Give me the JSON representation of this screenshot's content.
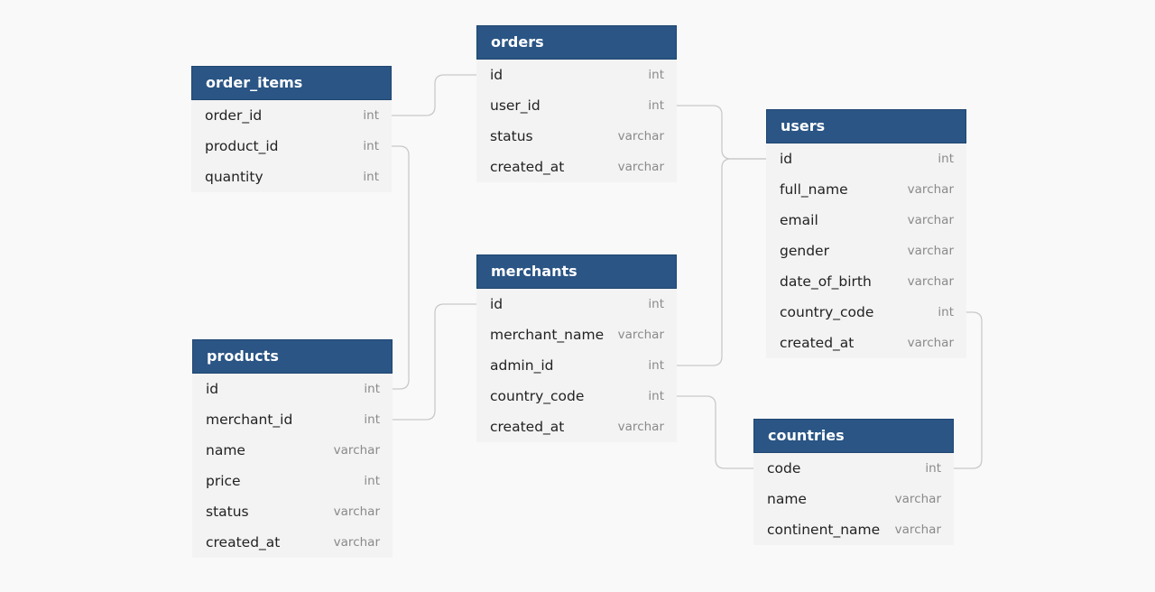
{
  "diagram": {
    "tables": [
      {
        "key": "orders",
        "name": "orders",
        "fields": [
          {
            "name": "id",
            "type": "int"
          },
          {
            "name": "user_id",
            "type": "int"
          },
          {
            "name": "status",
            "type": "varchar"
          },
          {
            "name": "created_at",
            "type": "varchar"
          }
        ]
      },
      {
        "key": "order_items",
        "name": "order_items",
        "fields": [
          {
            "name": "order_id",
            "type": "int"
          },
          {
            "name": "product_id",
            "type": "int"
          },
          {
            "name": "quantity",
            "type": "int"
          }
        ]
      },
      {
        "key": "users",
        "name": "users",
        "fields": [
          {
            "name": "id",
            "type": "int"
          },
          {
            "name": "full_name",
            "type": "varchar"
          },
          {
            "name": "email",
            "type": "varchar"
          },
          {
            "name": "gender",
            "type": "varchar"
          },
          {
            "name": "date_of_birth",
            "type": "varchar"
          },
          {
            "name": "country_code",
            "type": "int"
          },
          {
            "name": "created_at",
            "type": "varchar"
          }
        ]
      },
      {
        "key": "merchants",
        "name": "merchants",
        "fields": [
          {
            "name": "id",
            "type": "int"
          },
          {
            "name": "merchant_name",
            "type": "varchar"
          },
          {
            "name": "admin_id",
            "type": "int"
          },
          {
            "name": "country_code",
            "type": "int"
          },
          {
            "name": "created_at",
            "type": "varchar"
          }
        ]
      },
      {
        "key": "products",
        "name": "products",
        "fields": [
          {
            "name": "id",
            "type": "int"
          },
          {
            "name": "merchant_id",
            "type": "int"
          },
          {
            "name": "name",
            "type": "varchar"
          },
          {
            "name": "price",
            "type": "int"
          },
          {
            "name": "status",
            "type": "varchar"
          },
          {
            "name": "created_at",
            "type": "varchar"
          }
        ]
      },
      {
        "key": "countries",
        "name": "countries",
        "fields": [
          {
            "name": "code",
            "type": "int"
          },
          {
            "name": "name",
            "type": "varchar"
          },
          {
            "name": "continent_name",
            "type": "varchar"
          }
        ]
      }
    ],
    "relationships": [
      {
        "from": "order_items.order_id",
        "to": "orders.id"
      },
      {
        "from": "order_items.product_id",
        "to": "products.id"
      },
      {
        "from": "orders.user_id",
        "to": "users.id"
      },
      {
        "from": "merchants.admin_id",
        "to": "users.id"
      },
      {
        "from": "products.merchant_id",
        "to": "merchants.id"
      },
      {
        "from": "merchants.country_code",
        "to": "countries.code"
      },
      {
        "from": "users.country_code",
        "to": "countries.code"
      }
    ]
  }
}
